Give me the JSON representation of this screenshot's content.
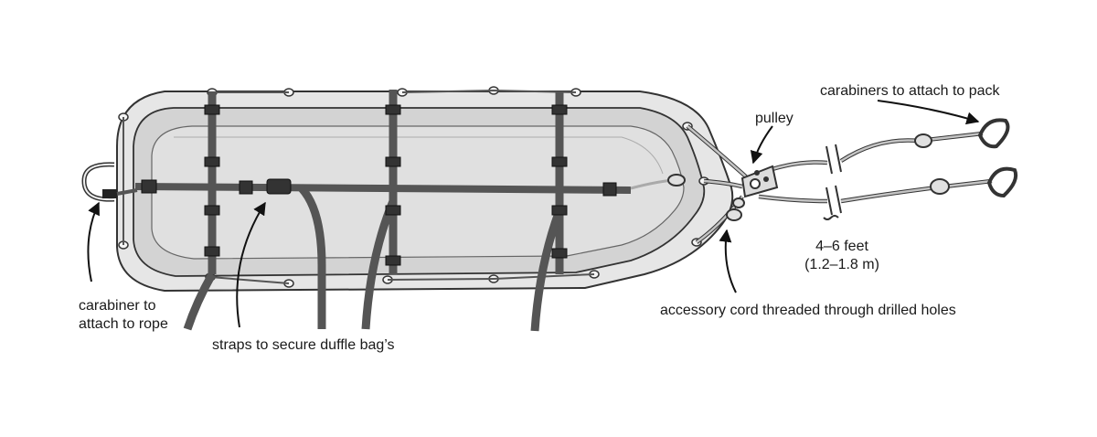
{
  "labels": {
    "carabiners_pack": "carabiners to attach to pack",
    "pulley": "pulley",
    "carabiner_rope_line1": "carabiner to",
    "carabiner_rope_line2": "attach to rope",
    "straps": "straps to secure duffle bag’s",
    "length_line1": "4–6 feet",
    "length_line2": "(1.2–1.8 m)",
    "accessory_cord": "accessory cord threaded through drilled holes"
  },
  "colors": {
    "sled_outline": "#333333",
    "sled_rim": "#e6e6e6",
    "sled_floor": "#cfcfcf",
    "strap": "#555555",
    "cord": "#aaaaaa"
  }
}
